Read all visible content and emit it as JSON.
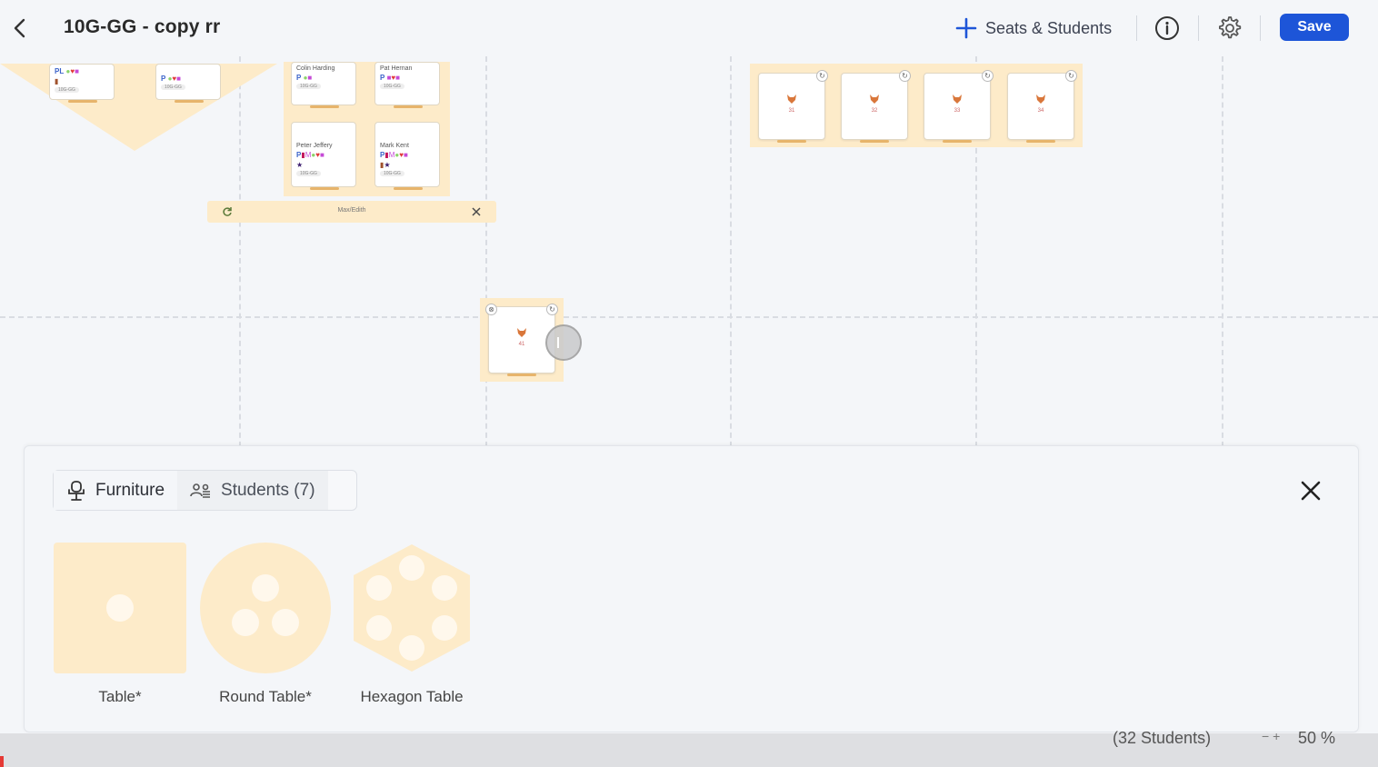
{
  "header": {
    "title": "10G-GG - copy rr",
    "add_seats_label": "Seats & Students",
    "save_label": "Save"
  },
  "canvas": {
    "group_label": "Max/Edith",
    "students": [
      {
        "name": "Colin Harding",
        "code": "10G-GG"
      },
      {
        "name": "Pat Hernan",
        "code": "10G-GG"
      },
      {
        "name": "Peter Jeffery",
        "code": "10G-GG"
      },
      {
        "name": "Mark Kent",
        "code": "10G-GG"
      }
    ],
    "partial_cards": [
      {
        "code": "10G-GG"
      },
      {
        "code": "10G-GG"
      }
    ],
    "seat_numbers": [
      "31",
      "32",
      "33",
      "34",
      "41"
    ]
  },
  "panel": {
    "tabs": [
      {
        "label": "Furniture",
        "icon": "chair-icon"
      },
      {
        "label": "Students (7)",
        "icon": "students-icon"
      }
    ],
    "furniture": [
      {
        "label": "Table*"
      },
      {
        "label": "Round Table*"
      },
      {
        "label": "Hexagon Table"
      }
    ]
  },
  "status": {
    "count": "(32 Students)",
    "zoom": "50 %"
  },
  "colors": {
    "accent": "#1d55d8",
    "table_fill": "#fdebc9",
    "grid": "#d9dce2"
  }
}
